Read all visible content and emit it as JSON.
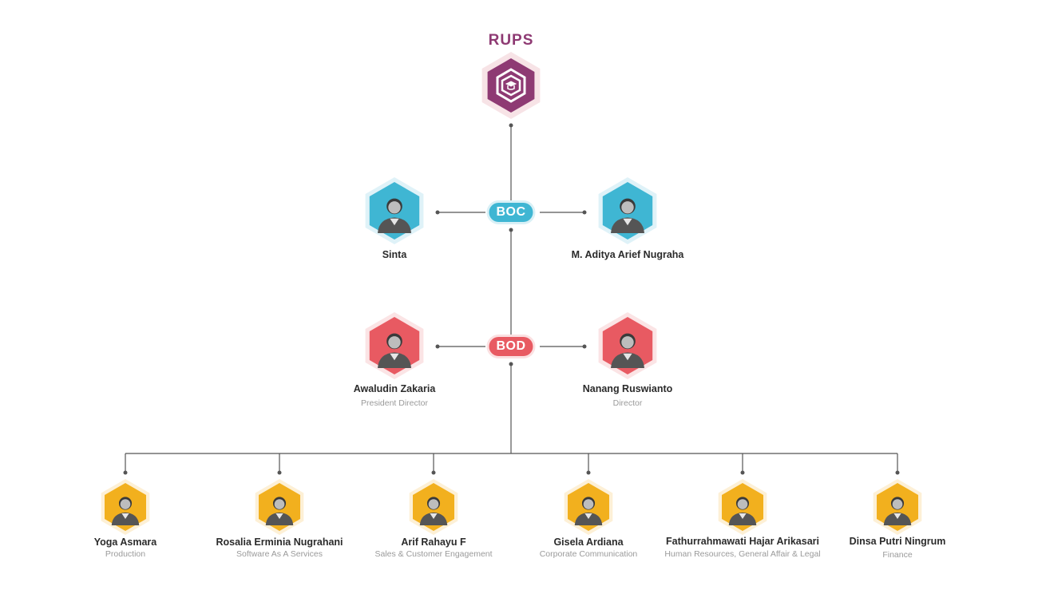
{
  "root": {
    "title": "RUPS",
    "icon": "graduation-cap-cube-icon",
    "color": "#8e3a73"
  },
  "boc": {
    "label": "BOC",
    "color": "#3fb6d3",
    "members": [
      {
        "name": "Sinta",
        "role": ""
      },
      {
        "name": "M. Aditya Arief Nugraha",
        "role": ""
      }
    ]
  },
  "bod": {
    "label": "BOD",
    "color": "#e85a62",
    "members": [
      {
        "name": "Awaludin Zakaria",
        "role": "President Director"
      },
      {
        "name": "Nanang Ruswianto",
        "role": "Director"
      }
    ]
  },
  "staff": {
    "color": "#f2b01e",
    "members": [
      {
        "name": "Yoga Asmara",
        "role": "Production"
      },
      {
        "name": "Rosalia Erminia Nugrahani",
        "role": "Software As A Services"
      },
      {
        "name": "Arif Rahayu F",
        "role": "Sales & Customer Engagement"
      },
      {
        "name": "Gisela Ardiana",
        "role": "Corporate Communication"
      },
      {
        "name": "Fathurrahmawati Hajar Arikasari",
        "role": "Human Resources, General Affair & Legal"
      },
      {
        "name": "Dinsa Putri Ningrum",
        "role": "Finance"
      }
    ]
  }
}
